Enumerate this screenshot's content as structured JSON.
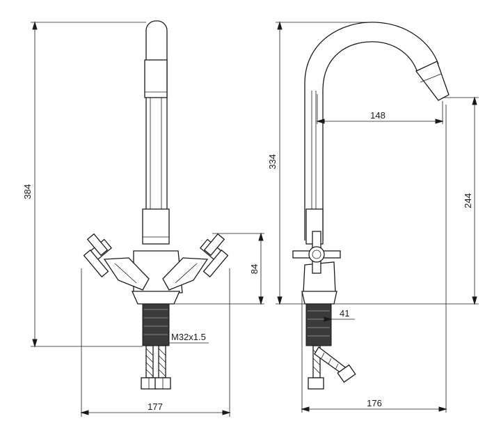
{
  "dimensions": {
    "front_height": "384",
    "front_handle_height": "84",
    "thread": "M32x1.5",
    "front_width": "177",
    "side_height": "334",
    "spout_reach": "148",
    "spout_height": "244",
    "base_offset": "41",
    "side_width": "176"
  }
}
